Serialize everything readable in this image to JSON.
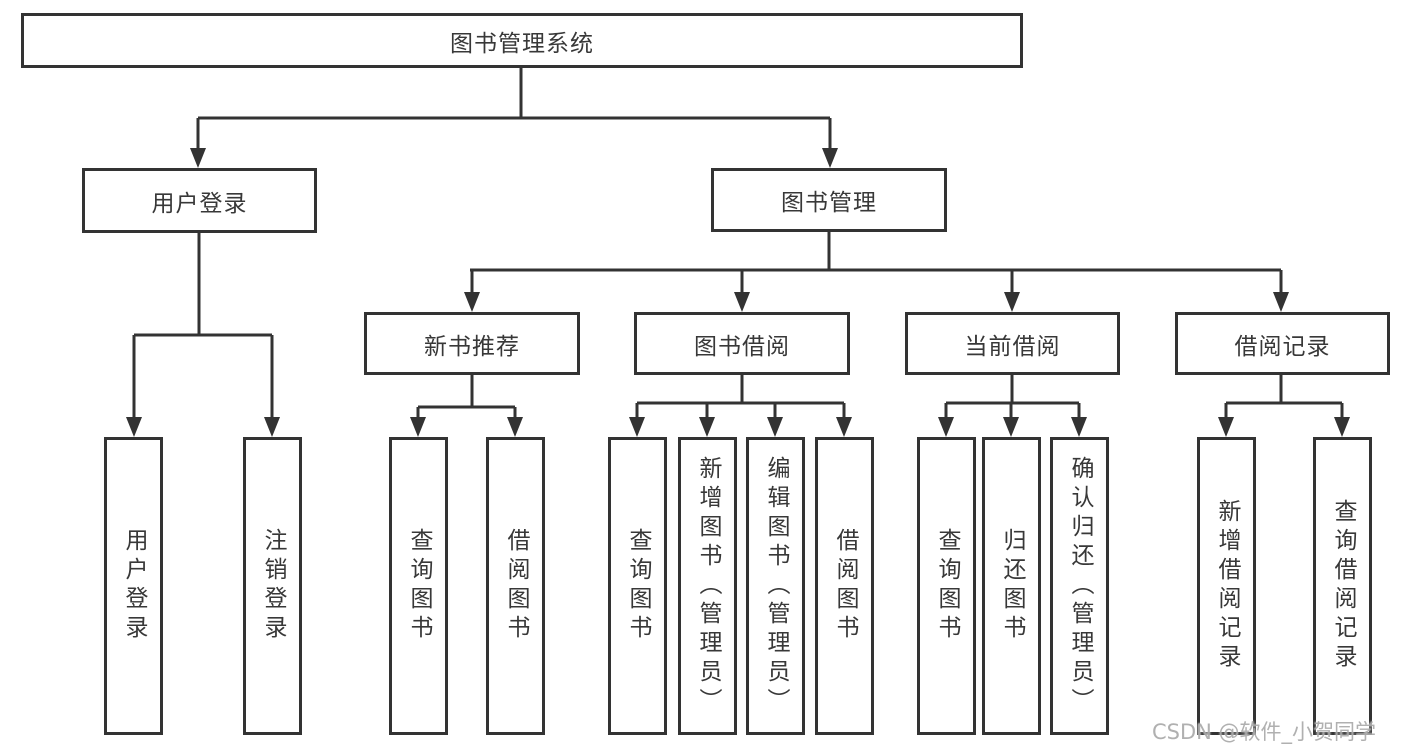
{
  "title": {
    "label": "图书管理系统"
  },
  "branches": [
    {
      "label": "用户登录"
    },
    {
      "label": "图书管理"
    }
  ],
  "modules": [
    {
      "label": "新书推荐"
    },
    {
      "label": "图书借阅"
    },
    {
      "label": "当前借阅"
    },
    {
      "label": "借阅记录"
    }
  ],
  "leaves": [
    {
      "label": "用户登录"
    },
    {
      "label": "注销登录"
    },
    {
      "label": "查询图书"
    },
    {
      "label": "借阅图书"
    },
    {
      "label": "查询图书"
    },
    {
      "label": "新增图书（管理员）"
    },
    {
      "label": "编辑图书（管理员）"
    },
    {
      "label": "借阅图书"
    },
    {
      "label": "查询图书"
    },
    {
      "label": "归还图书"
    },
    {
      "label": "确认归还（管理员）"
    },
    {
      "label": "新增借阅记录"
    },
    {
      "label": "查询借阅记录"
    }
  ],
  "watermark": {
    "text": "CSDN @软件_小贺同学"
  },
  "colors": {
    "line": "#333333",
    "text": "#383838",
    "background": "#ffffff",
    "watermark": "#a2a2a2"
  }
}
